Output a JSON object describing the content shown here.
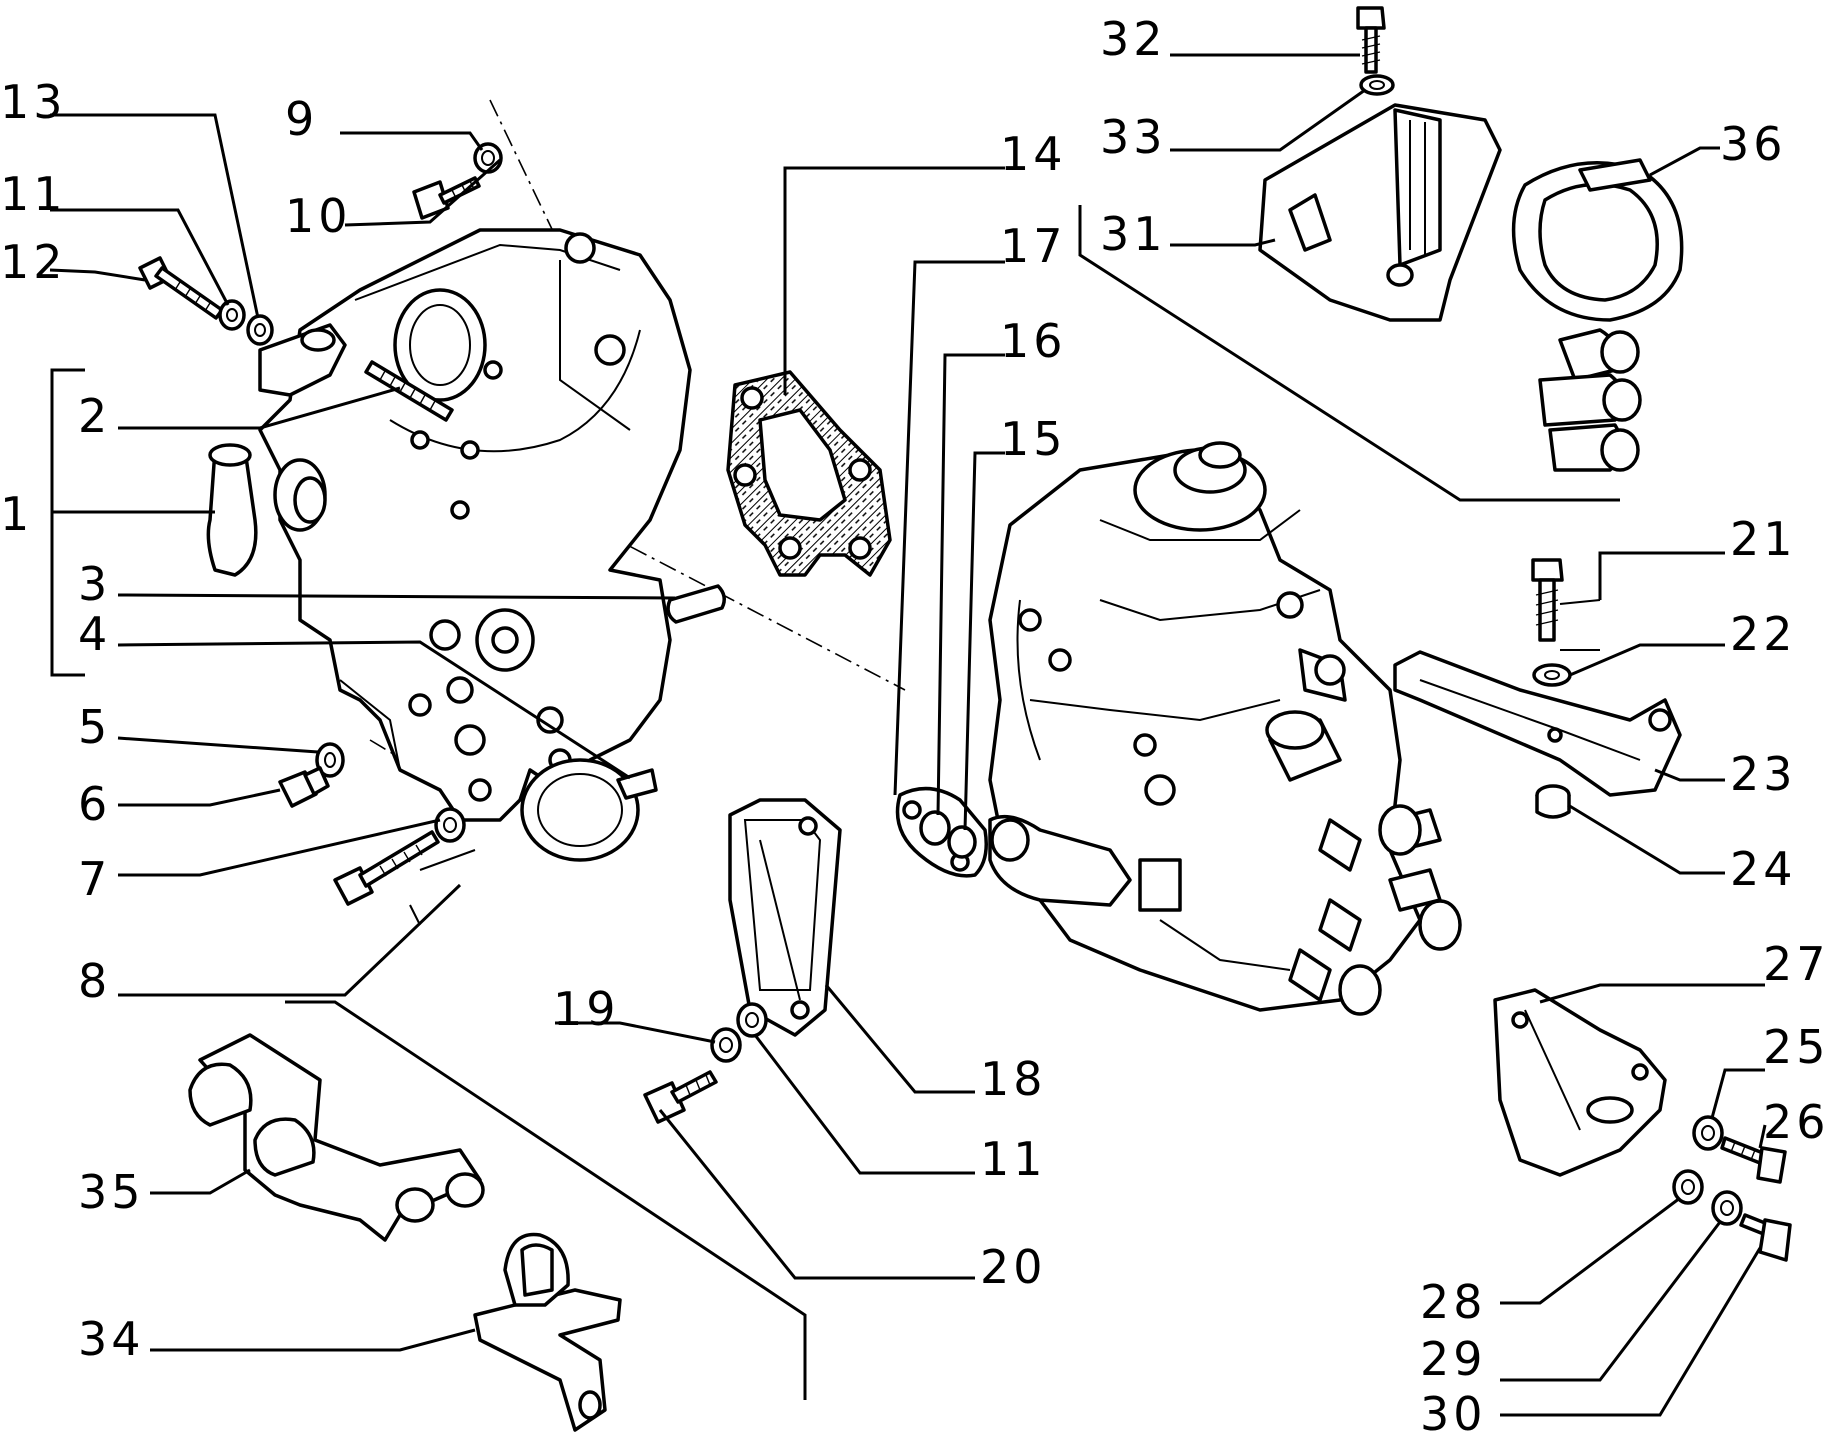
{
  "callouts": [
    {
      "id": "c1",
      "text": "1"
    },
    {
      "id": "c2",
      "text": "2"
    },
    {
      "id": "c3",
      "text": "3"
    },
    {
      "id": "c4",
      "text": "4"
    },
    {
      "id": "c5",
      "text": "5"
    },
    {
      "id": "c6",
      "text": "6"
    },
    {
      "id": "c7",
      "text": "7"
    },
    {
      "id": "c8",
      "text": "8"
    },
    {
      "id": "c9",
      "text": "9"
    },
    {
      "id": "c10",
      "text": "10"
    },
    {
      "id": "c11a",
      "text": "11"
    },
    {
      "id": "c12",
      "text": "12"
    },
    {
      "id": "c13",
      "text": "13"
    },
    {
      "id": "c14",
      "text": "14"
    },
    {
      "id": "c15",
      "text": "15"
    },
    {
      "id": "c16",
      "text": "16"
    },
    {
      "id": "c17",
      "text": "17"
    },
    {
      "id": "c18",
      "text": "18"
    },
    {
      "id": "c19",
      "text": "19"
    },
    {
      "id": "c11b",
      "text": "11"
    },
    {
      "id": "c20",
      "text": "20"
    },
    {
      "id": "c21",
      "text": "21"
    },
    {
      "id": "c22",
      "text": "22"
    },
    {
      "id": "c23",
      "text": "23"
    },
    {
      "id": "c24",
      "text": "24"
    },
    {
      "id": "c25",
      "text": "25"
    },
    {
      "id": "c26",
      "text": "26"
    },
    {
      "id": "c27",
      "text": "27"
    },
    {
      "id": "c28",
      "text": "28"
    },
    {
      "id": "c29",
      "text": "29"
    },
    {
      "id": "c30",
      "text": "30"
    },
    {
      "id": "c31",
      "text": "31"
    },
    {
      "id": "c32",
      "text": "32"
    },
    {
      "id": "c33",
      "text": "33"
    },
    {
      "id": "c34",
      "text": "34"
    },
    {
      "id": "c35",
      "text": "35"
    },
    {
      "id": "c36",
      "text": "36"
    }
  ]
}
